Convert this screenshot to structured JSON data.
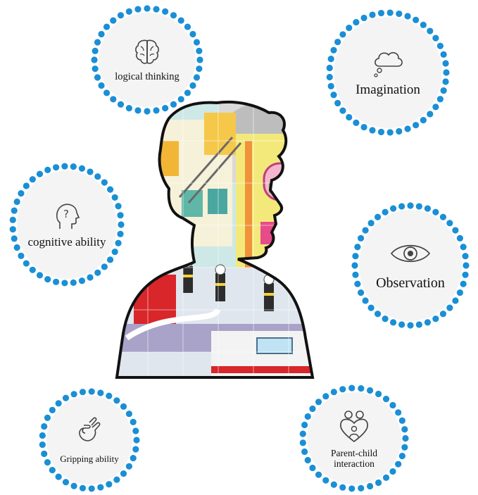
{
  "skills": {
    "logical_thinking": {
      "label": "logical thinking",
      "icon": "brain-icon"
    },
    "imagination": {
      "label": "Imagination",
      "icon": "thought-cloud-icon"
    },
    "cognitive_ability": {
      "label": "cognitive ability",
      "icon": "head-question-icon"
    },
    "observation": {
      "label": "Observation",
      "icon": "eye-icon"
    },
    "gripping_ability": {
      "label": "Gripping ability",
      "icon": "hand-icon"
    },
    "parent_child": {
      "label": "Parent-child interaction",
      "icon": "family-heart-icon"
    }
  },
  "colors": {
    "dot": "#1a8fd6",
    "circle_fill": "#f4f4f4"
  },
  "puzzle": {
    "subject": "firefighter-puzzle-child-silhouette"
  }
}
